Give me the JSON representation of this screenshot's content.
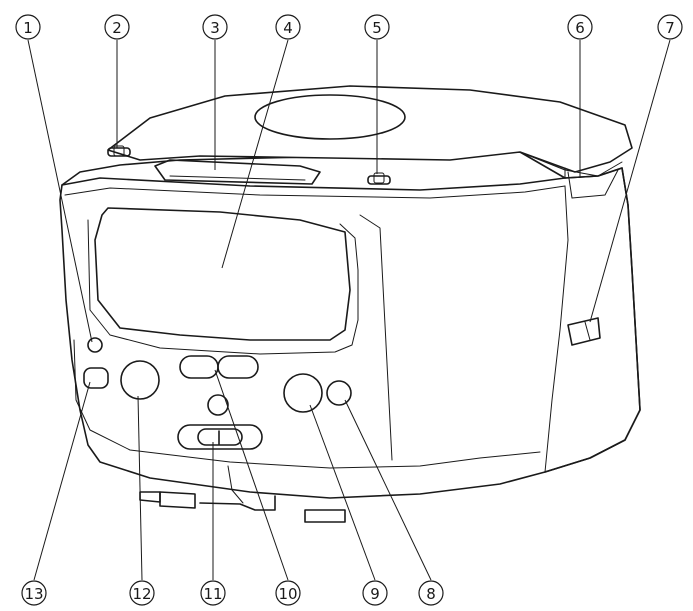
{
  "diagram": {
    "callouts": [
      {
        "id": 1,
        "label": "1"
      },
      {
        "id": 2,
        "label": "2"
      },
      {
        "id": 3,
        "label": "3"
      },
      {
        "id": 4,
        "label": "4"
      },
      {
        "id": 5,
        "label": "5"
      },
      {
        "id": 6,
        "label": "6"
      },
      {
        "id": 7,
        "label": "7"
      },
      {
        "id": 8,
        "label": "8"
      },
      {
        "id": 9,
        "label": "9"
      },
      {
        "id": 10,
        "label": "10"
      },
      {
        "id": 11,
        "label": "11"
      },
      {
        "id": 12,
        "label": "12"
      },
      {
        "id": 13,
        "label": "13"
      }
    ],
    "colors": {
      "line": "#1a1a1a",
      "background": "#ffffff"
    }
  }
}
